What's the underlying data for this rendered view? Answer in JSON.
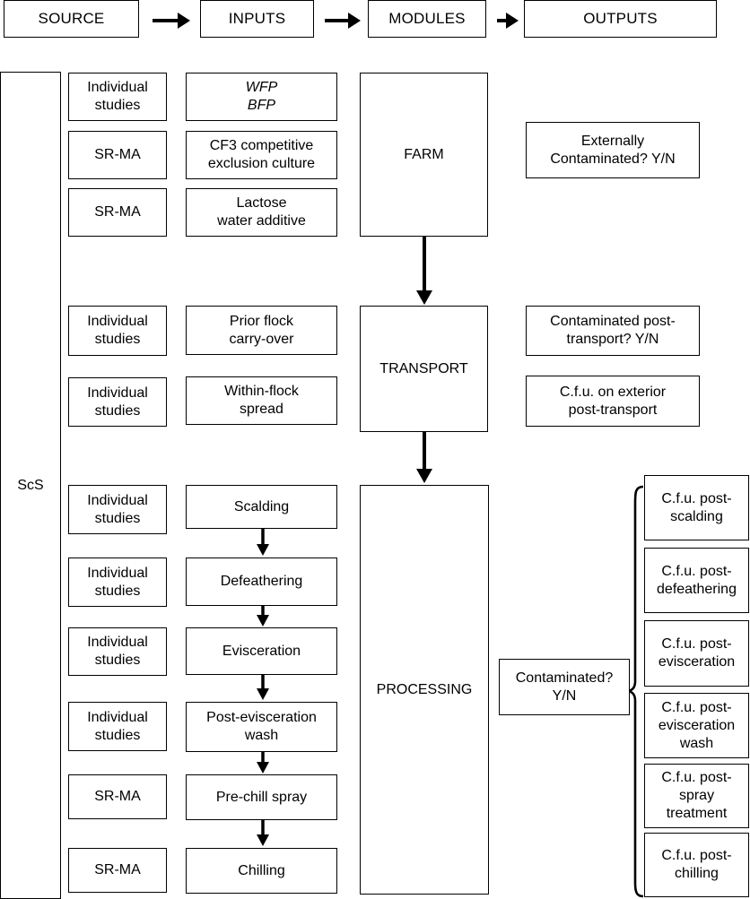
{
  "header": {
    "source": "SOURCE",
    "inputs": "INPUTS",
    "modules": "MODULES",
    "outputs": "OUTPUTS"
  },
  "source_column": {
    "label": "ScS"
  },
  "farm": {
    "rows": [
      {
        "source": "Individual\nstudies",
        "input": "WFP\nBFP"
      },
      {
        "source": "SR-MA",
        "input": "CF3 competitive\nexclusion culture"
      },
      {
        "source": "SR-MA",
        "input": "Lactose\nwater additive"
      }
    ],
    "module": "FARM",
    "output": "Externally\nContaminated? Y/N"
  },
  "transport": {
    "rows": [
      {
        "source": "Individual\nstudies",
        "input": "Prior flock\ncarry-over",
        "output": "Contaminated post-\ntransport? Y/N"
      },
      {
        "source": "Individual\nstudies",
        "input": "Within-flock\nspread",
        "output": "C.f.u. on exterior\npost-transport"
      }
    ],
    "module": "TRANSPORT"
  },
  "processing": {
    "rows": [
      {
        "source": "Individual\nstudies",
        "input": "Scalding"
      },
      {
        "source": "Individual\nstudies",
        "input": "Defeathering"
      },
      {
        "source": "Individual\nstudies",
        "input": "Evisceration"
      },
      {
        "source": "Individual\nstudies",
        "input": "Post-evisceration\nwash"
      },
      {
        "source": "SR-MA",
        "input": "Pre-chill spray"
      },
      {
        "source": "SR-MA",
        "input": "Chilling"
      }
    ],
    "module": "PROCESSING",
    "output": "Contaminated?\nY/N",
    "cfu_outputs": [
      "C.f.u. post-\nscalding",
      "C.f.u. post-\ndefeathering",
      "C.f.u. post-\nevisceration",
      "C.f.u. post-\nevisceration\nwash",
      "C.f.u. post-\nspray\ntreatment",
      "C.f.u. post-\nchilling"
    ]
  }
}
